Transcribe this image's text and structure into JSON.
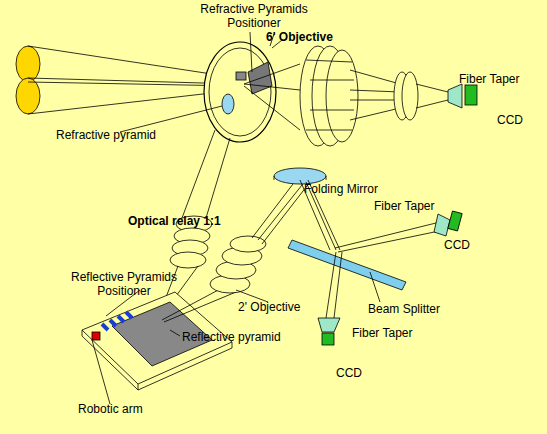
{
  "diagram": {
    "labels": [
      "Refractive Pyramids Positioner",
      "6' Objective",
      "Fiber Taper",
      "CCD",
      "Refractive pyramid",
      "Optical relay 1:1",
      "Folding Mirror",
      "Fiber Taper",
      "CCD",
      "2' Objective",
      "Beam Splitter",
      "Fiber Taper",
      "CCD",
      "Reflective Pyramids Positioner",
      "Reflective pyramid",
      "Robotic arm"
    ]
  }
}
